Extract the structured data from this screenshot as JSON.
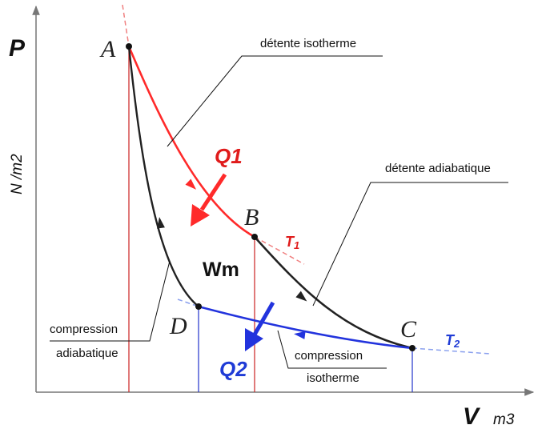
{
  "axes": {
    "y_symbol": "P",
    "y_unit": "N /m2",
    "x_symbol": "V",
    "x_unit": "m3"
  },
  "points": {
    "a": "A",
    "b": "B",
    "c": "C",
    "d": "D"
  },
  "labels": {
    "isothermal_expansion": "détente isotherme",
    "adiabatic_expansion": "détente adiabatique",
    "adiabatic_compression_line1": "compression",
    "adiabatic_compression_line2": "adiabatique",
    "isothermal_compression_line1": "compression",
    "isothermal_compression_line2": "isotherme"
  },
  "heat": {
    "q1": "Q1",
    "q2": "Q2"
  },
  "temperatures": {
    "t1_letter": "T",
    "t1_index": "1",
    "t2_letter": "T",
    "t2_index": "2"
  },
  "work": "Wm",
  "colors": {
    "hot_isotherm": "#ff2a2a",
    "hot_label": "#e01b1b",
    "cold_isotherm": "#2233dd",
    "cold_label": "#1f3bd6",
    "adiabat": "#222222",
    "drop_line_red": "#cc2222",
    "drop_line_blue": "#2233cc",
    "dash_red": "#f08080",
    "dash_blue": "#8aa0ee"
  }
}
